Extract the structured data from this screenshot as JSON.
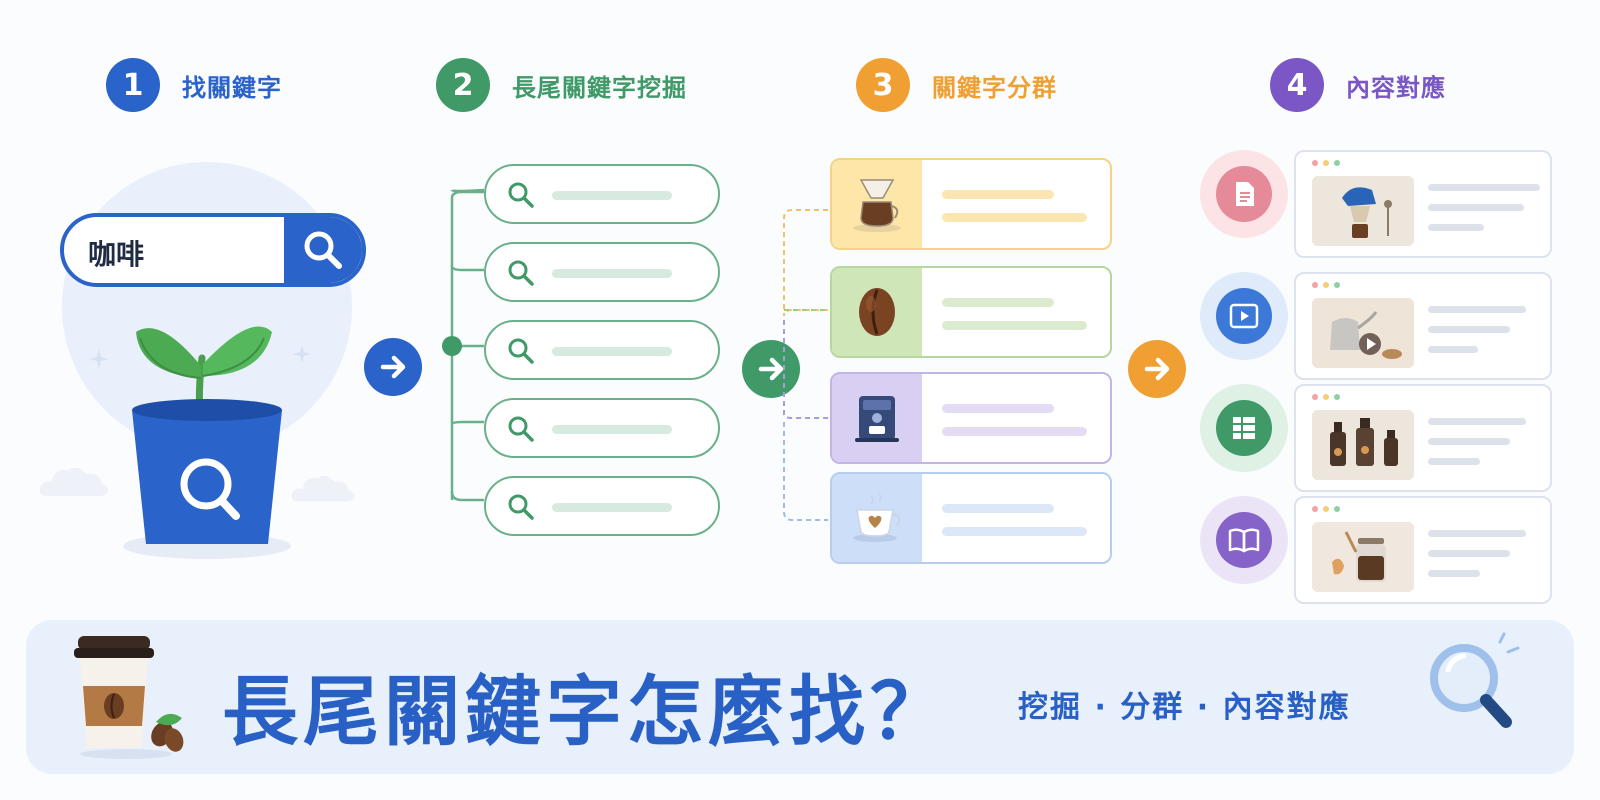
{
  "colors": {
    "blue": "#2a63c9",
    "green": "#3f9a68",
    "orange": "#f0a032",
    "purple": "#7a57c4",
    "banner_bg": "#e8f0fb"
  },
  "steps": [
    {
      "number": "1",
      "title": "找關鍵字",
      "color": "#2a63c9"
    },
    {
      "number": "2",
      "title": "長尾關鍵字挖掘",
      "color": "#3f9a68"
    },
    {
      "number": "3",
      "title": "關鍵字分群",
      "color": "#f0a032"
    },
    {
      "number": "4",
      "title": "內容對應",
      "color": "#7a57c4"
    }
  ],
  "search": {
    "query": "咖啡",
    "icon": "search-icon"
  },
  "seed_illustration": {
    "icon": "sprout-pot-icon"
  },
  "longtail": {
    "count": 5,
    "row_icon": "search-icon"
  },
  "clusters": [
    {
      "icon": "pour-over-coffee-icon",
      "border": "#f3d487",
      "thumb_bg": "#fde6a8",
      "bar": "#fbe5b0"
    },
    {
      "icon": "coffee-bean-icon",
      "border": "#b6d79e",
      "thumb_bg": "#cfe6b9",
      "bar": "#dcebcf"
    },
    {
      "icon": "coffee-machine-icon",
      "border": "#c2b4e4",
      "thumb_bg": "#d9cff2",
      "bar": "#e3dcf4"
    },
    {
      "icon": "coffee-cup-icon",
      "border": "#b6cdf0",
      "thumb_bg": "#cddff8",
      "bar": "#dce7f7"
    }
  ],
  "content_types": [
    {
      "icon": "document-icon",
      "outer": "#fbe3e6",
      "inner": "#e58a98",
      "image": "pour-over-photo"
    },
    {
      "icon": "video-play-icon",
      "outer": "#dfeafb",
      "inner": "#3b78d8",
      "image": "kettle-photo"
    },
    {
      "icon": "list-icon",
      "outer": "#dff0e4",
      "inner": "#3f9a68",
      "image": "grinders-photo"
    },
    {
      "icon": "book-icon",
      "outer": "#ebe4f6",
      "inner": "#8663c9",
      "image": "coffee-jar-photo"
    }
  ],
  "banner": {
    "title": "長尾關鍵字怎麼找？",
    "subtitle": "挖掘 · 分群 · 內容對應",
    "left_icon": "takeaway-coffee-icon",
    "right_icon": "magnifier-icon"
  }
}
